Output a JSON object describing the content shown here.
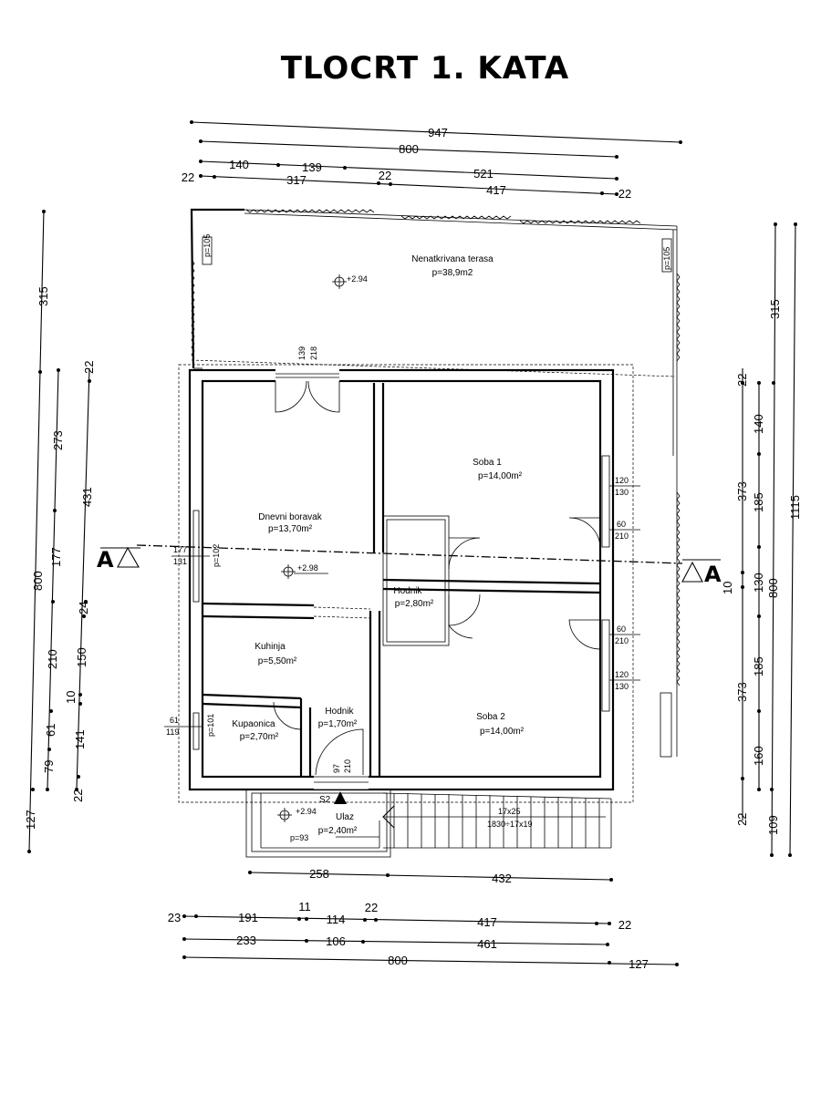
{
  "title": "TLOCRT 1. KATA",
  "section_label": "A",
  "rooms": {
    "terrace_name": "Nenatkrivana terasa",
    "terrace_area": "p=38,9m2",
    "living_name": "Dnevni boravak",
    "living_area": "p=13,70m²",
    "kitchen_name": "Kuhinja",
    "kitchen_area": "p=5,50m²",
    "bath_name": "Kupaonica",
    "bath_area": "p=2,70m²",
    "hall1_name": "Hodnik",
    "hall1_area": "p=1,70m²",
    "hall2_name": "Hodnik",
    "hall2_area": "p=2,80m²",
    "room1_name": "Soba 1",
    "room1_area": "p=14,00m²",
    "room2_name": "Soba 2",
    "room2_area": "p=14,00m²",
    "entry_name": "Ulaz",
    "entry_area": "p=2,40m²"
  },
  "levels": {
    "terrace": "+2.94",
    "living": "+2.98",
    "entry": "+2.94",
    "stair_mark": "S2"
  },
  "stairs": {
    "count": "17x25",
    "size": "1830÷17x19"
  },
  "openings": {
    "terrace_door_w": "139",
    "terrace_door_h": "218",
    "terrace_left_p": "p=105",
    "terrace_right_p": "p=105",
    "living_window_w": "177",
    "living_window_h": "131",
    "living_window_p": "p=102",
    "bath_window_w": "61",
    "bath_window_h": "119",
    "bath_window_p": "p=101",
    "entry_door_w": "97",
    "entry_door_h": "210",
    "entry_p": "p=93",
    "r1_window_w": "120",
    "r1_window_h": "130",
    "r1_door_w": "60",
    "r1_door_h": "210",
    "r2_door_w": "60",
    "r2_door_h": "210",
    "r2_window_w": "120",
    "r2_window_h": "130"
  },
  "dims_top": {
    "overall": "947",
    "main": "800",
    "r3_a": "140",
    "r3_b": "139",
    "r3_c": "521",
    "r4_a": "22",
    "r4_b": "317",
    "r4_c": "22",
    "r4_d": "417",
    "r4_e": "22"
  },
  "dims_bottom": {
    "r1_a": "258",
    "r1_b": "432",
    "r2_a": "23",
    "r2_b": "191",
    "r2_c": "11",
    "r2_d": "114",
    "r2_e": "22",
    "r2_f": "417",
    "r2_g": "22",
    "r3_a": "233",
    "r3_b": "106",
    "r3_c": "461",
    "r4_a": "800",
    "r4_b": "127"
  },
  "dims_left": {
    "a_315": "315",
    "a_800": "800",
    "a_127": "127",
    "b_273": "273",
    "b_177": "177",
    "b_210": "210",
    "b_61": "61",
    "b_79": "79",
    "c_22": "22",
    "c_431": "431",
    "c_24": "24",
    "c_150": "150",
    "c_10": "10",
    "c_141": "141",
    "c_22b": "22"
  },
  "dims_right": {
    "a_22": "22",
    "a_373": "373",
    "a_10": "10",
    "a_373b": "373",
    "a_22b": "22",
    "b_140": "140",
    "b_185": "185",
    "b_130": "130",
    "b_185b": "185",
    "b_160": "160",
    "b_109": "109",
    "c_315": "315",
    "c_800": "800",
    "d_1115": "1115"
  }
}
